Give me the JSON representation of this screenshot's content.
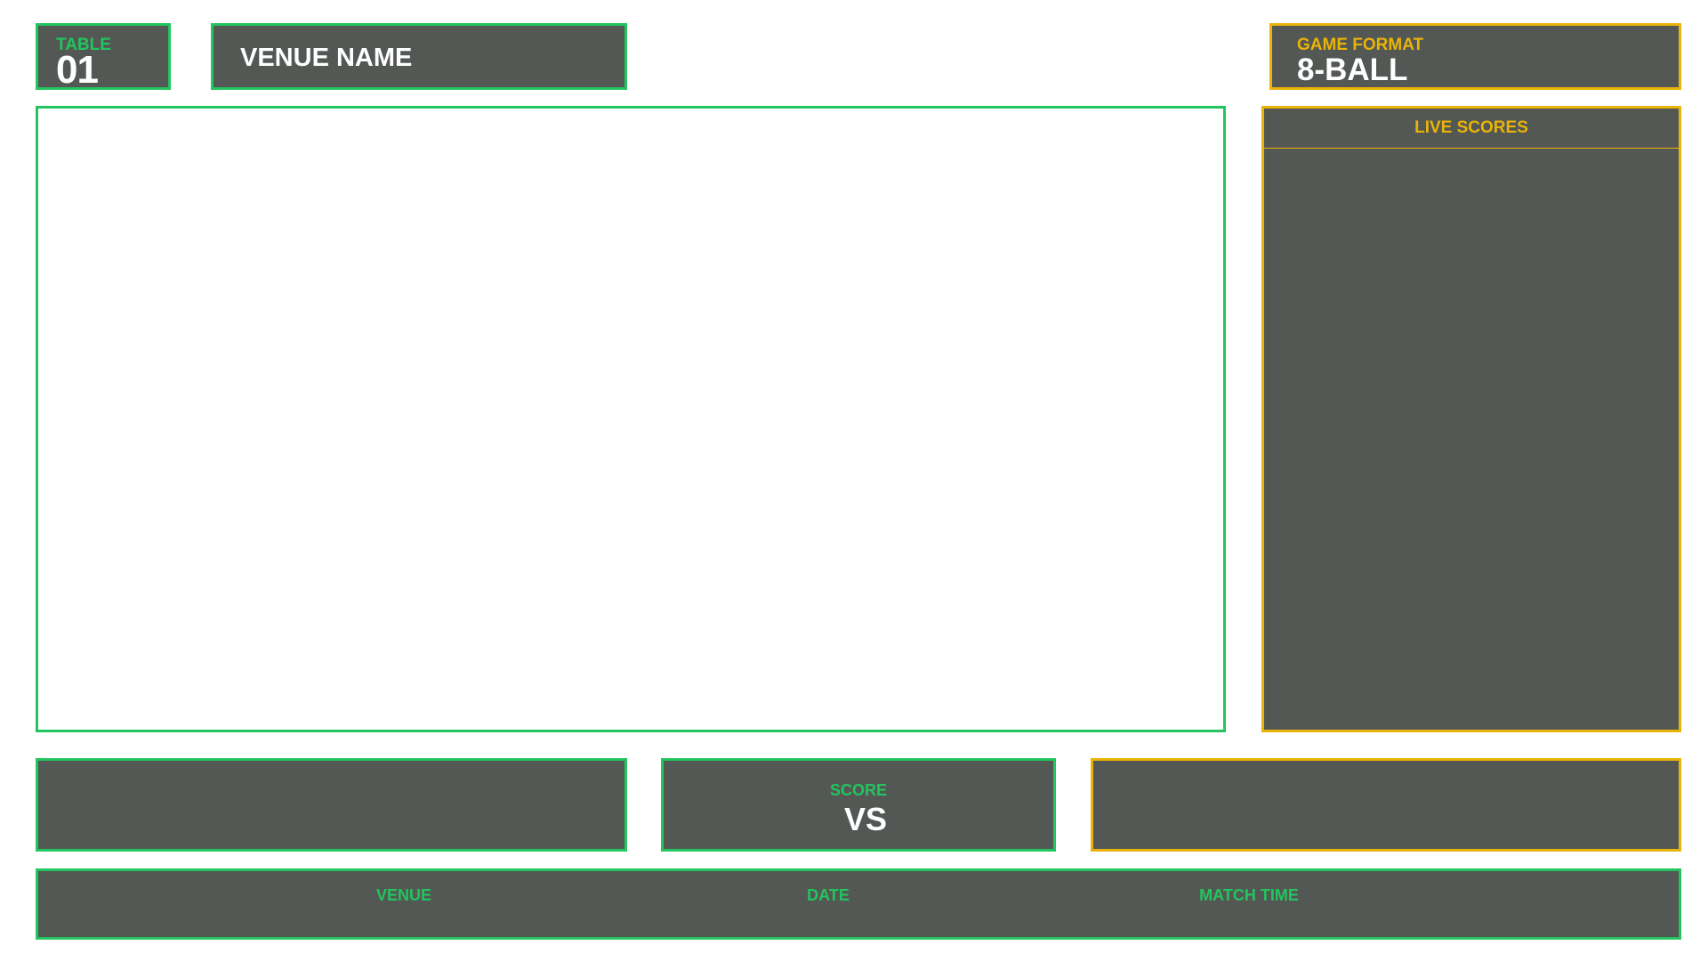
{
  "table": {
    "label": "TABLE",
    "number": "01"
  },
  "venue": {
    "name": "VENUE NAME"
  },
  "game_format": {
    "label": "GAME FORMAT",
    "value": "8-BALL"
  },
  "live_scores": {
    "title": "LIVE SCORES"
  },
  "score": {
    "label": "SCORE",
    "vs": "VS"
  },
  "info_bar": {
    "venue_label": "VENUE",
    "date_label": "DATE",
    "time_label": "MATCH TIME"
  },
  "colors": {
    "panel": "#535854",
    "green_accent": "#22c55e",
    "gold_accent": "#eab308",
    "text": "#ffffff"
  }
}
